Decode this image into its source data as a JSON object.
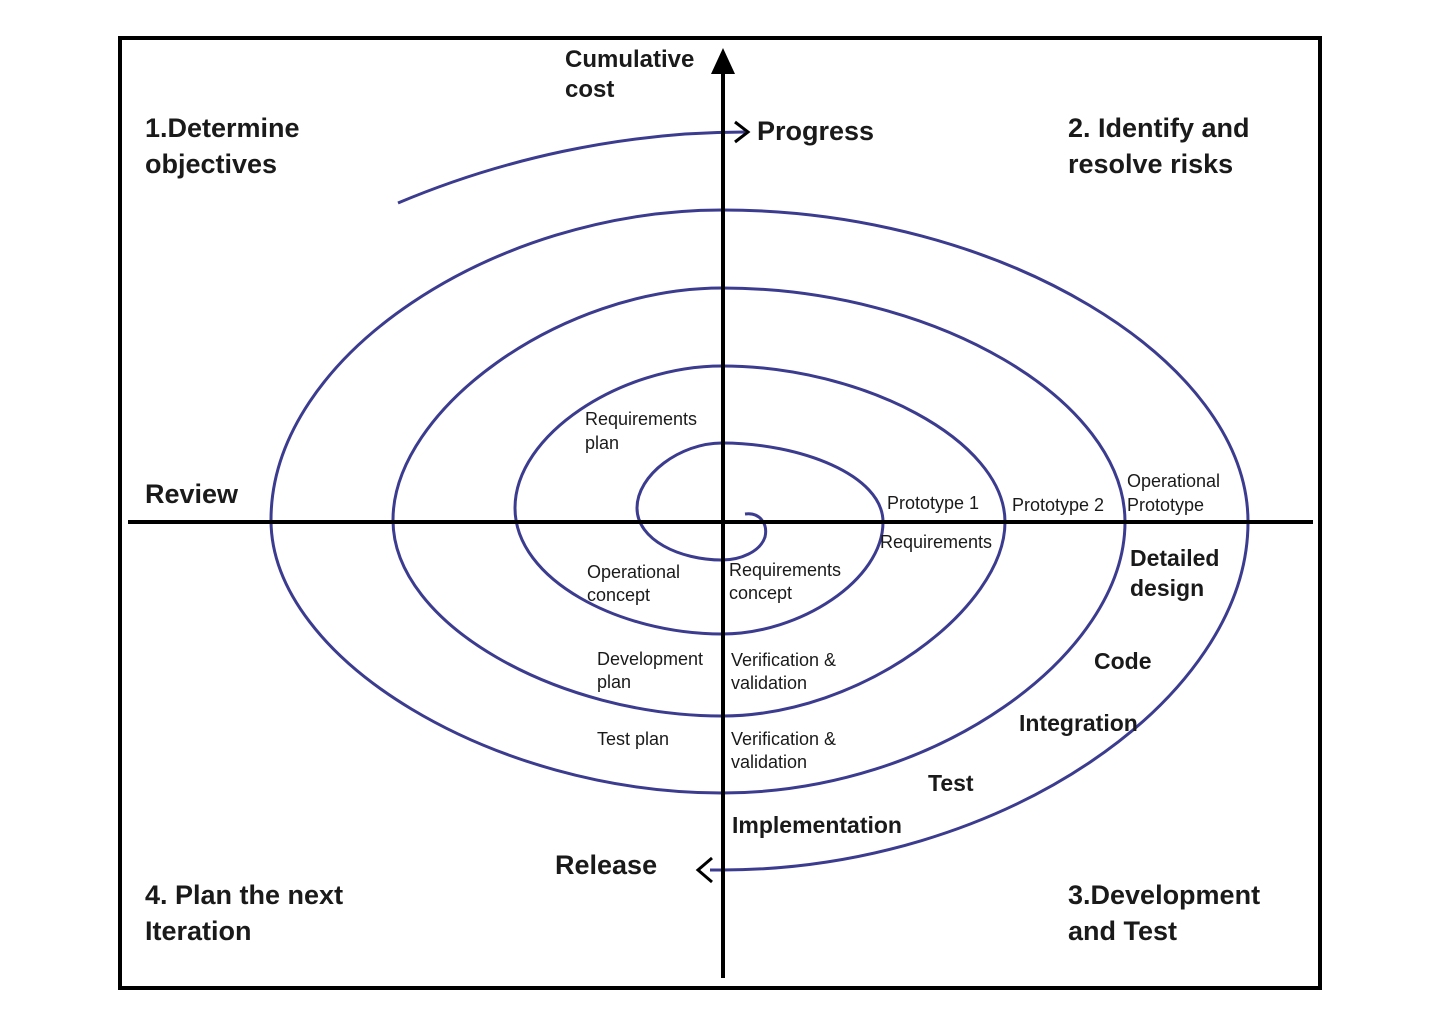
{
  "axes": {
    "y_label_line1": "Cumulative",
    "y_label_line2": "cost",
    "progress": "Progress",
    "review": "Review",
    "release": "Release"
  },
  "quadrants": {
    "q1_line1": "1.Determine",
    "q1_line2": "objectives",
    "q2_line1": "2. Identify and",
    "q2_line2": "resolve risks",
    "q3_line1": "3.Development",
    "q3_line2": "and Test",
    "q4_line1": "4. Plan the next",
    "q4_line2": "Iteration"
  },
  "labels": {
    "requirements_plan_1": "Requirements",
    "requirements_plan_2": "plan",
    "prototype1": "Prototype 1",
    "prototype2": "Prototype 2",
    "operational_prototype_1": "Operational",
    "operational_prototype_2": "Prototype",
    "requirements": "Requirements",
    "detailed_design_1": "Detailed",
    "detailed_design_2": "design",
    "operational_concept_1": "Operational",
    "operational_concept_2": "concept",
    "requirements_concept_1": "Requirements",
    "requirements_concept_2": "concept",
    "development_plan_1": "Development",
    "development_plan_2": "plan",
    "vv1_1": "Verification &",
    "vv1_2": "validation",
    "code": "Code",
    "integration": "Integration",
    "test_plan": "Test plan",
    "vv2_1": "Verification &",
    "vv2_2": "validation",
    "test": "Test",
    "implementation": "Implementation"
  },
  "colors": {
    "spiral": "#3b3b8f",
    "axis": "#000000",
    "frame": "#000000"
  }
}
